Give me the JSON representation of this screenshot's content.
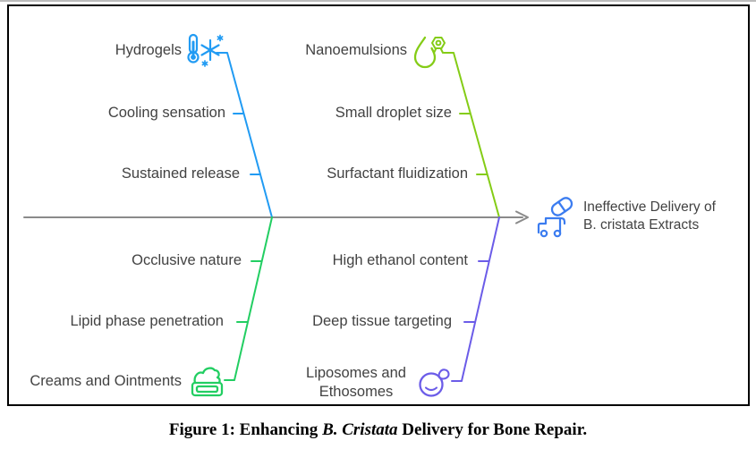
{
  "figure": {
    "caption_prefix": "Figure 1: Enhancing ",
    "caption_italic": "B. Cristata",
    "caption_suffix": " Delivery for Bone Repair."
  },
  "colors": {
    "border": "#000000",
    "top_edge": "#bcbcbc",
    "spine": "#8a8a8a",
    "text": "#424242",
    "caption_text": "#000000",
    "effect_icon": "#3b7cf0"
  },
  "diagram": {
    "type": "fishbone",
    "effect": {
      "label": "Ineffective Delivery of\nB. cristata Extracts",
      "icon": "truck-capsule-icon"
    },
    "branches": [
      {
        "label": "Hydrogels",
        "icon": "thermometer-snowflake-icon",
        "color": "#219bf3",
        "quadrant": "top-left",
        "causes": [
          "Cooling sensation",
          "Sustained release"
        ]
      },
      {
        "label": "Nanoemulsions",
        "icon": "droplet-gear-icon",
        "color": "#84cc16",
        "quadrant": "top-right",
        "causes": [
          "Small droplet size",
          "Surfactant fluidization"
        ]
      },
      {
        "label": "Creams and Ointments",
        "icon": "cream-jar-icon",
        "color": "#22ce62",
        "quadrant": "bottom-left",
        "causes": [
          "Occlusive nature",
          "Lipid phase penetration"
        ]
      },
      {
        "label": "Liposomes and\nEthosomes",
        "icon": "liposome-vesicle-icon",
        "color": "#6b5ce8",
        "quadrant": "bottom-right",
        "causes": [
          "High ethanol content",
          "Deep tissue targeting"
        ]
      }
    ]
  }
}
